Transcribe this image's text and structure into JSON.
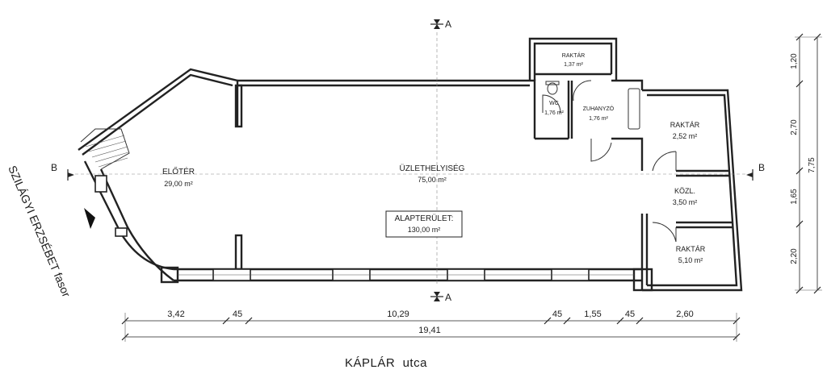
{
  "rooms": {
    "eloter": {
      "name": "ELŐTÉR",
      "area": "29,00 m²"
    },
    "uzlet": {
      "name": "ÜZLETHELYISÉG",
      "area": "75,00 m²"
    },
    "raktar_top": {
      "name": "RAKTÁR",
      "area": "1,37 m²"
    },
    "wc": {
      "name": "WC",
      "area": "1,76 m²"
    },
    "zuhanyzo": {
      "name": "ZUHANYZÓ",
      "area": "1,76 m²"
    },
    "raktar_1": {
      "name": "RAKTÁR",
      "area": "2,52 m²"
    },
    "kozl": {
      "name": "KÖZL.",
      "area": "3,50 m²"
    },
    "raktar_2": {
      "name": "RAKTÁR",
      "area": "5,10 m²"
    }
  },
  "total": {
    "label": "ALAPTERÜLET:",
    "value": "130,00 m²"
  },
  "sections": {
    "a_top": "A",
    "a_bottom": "A",
    "b_left": "B",
    "b_right": "B"
  },
  "streets": {
    "bottom": "KÁPLÁR  utca",
    "left": "SZILÁGYI ERZSÉBET fasor"
  },
  "dimensions": {
    "bottom": [
      "3,42",
      "45",
      "10,29",
      "45",
      "1,55",
      "45",
      "2,60"
    ],
    "bottom_total": "19,41",
    "right": [
      "1,20",
      "2,70",
      "1,65",
      "2,20"
    ],
    "right_total": "7,75"
  }
}
